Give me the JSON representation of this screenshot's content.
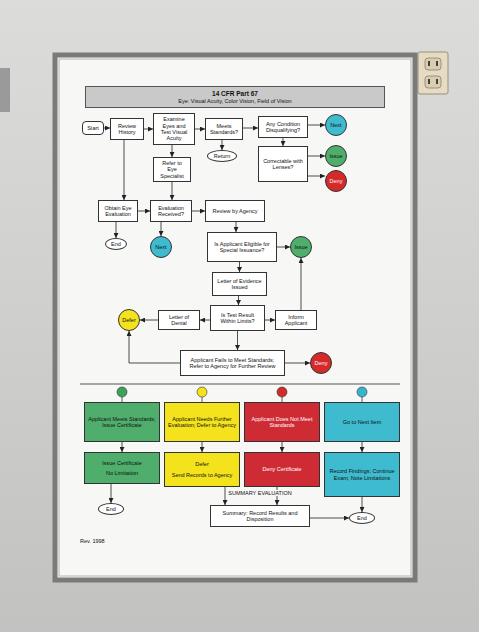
{
  "diagram": {
    "title": "14 CFR Part 67",
    "nodes": [
      {
        "text": [
          "Start"
        ]
      },
      {
        "text": [
          "Review History"
        ]
      },
      {
        "text": [
          "Examine Eyes and Test Visual Acuity"
        ]
      },
      {
        "text": [
          "Meets Standards?"
        ]
      },
      {
        "text": [
          "Any Condition Disqualifying?"
        ]
      },
      {
        "text": [
          "Next"
        ]
      },
      {
        "text": [
          "Correctable with Lenses?"
        ]
      },
      {
        "text": [
          "Issue"
        ]
      },
      {
        "text": [
          "Deny"
        ]
      },
      {
        "text": [
          "Refer to Eye Specialist"
        ]
      },
      {
        "text": [
          "Return"
        ]
      },
      {
        "text": [
          "Obtain Eye Evaluation"
        ]
      },
      {
        "text": [
          "Evaluation Received?"
        ]
      },
      {
        "text": [
          "End"
        ]
      },
      {
        "text": [
          "Next"
        ]
      },
      {
        "text": [
          "Review by Agency"
        ]
      },
      {
        "text": [
          "Is Applicant Eligible for Special Issuance?"
        ]
      },
      {
        "text": [
          "Issue"
        ]
      },
      {
        "text": [
          "Letter of Evidence Issued"
        ]
      },
      {
        "text": [
          "Is Test Result Within Limits?"
        ]
      },
      {
        "text": [
          "Letter of Denial"
        ]
      },
      {
        "text": [
          "Defer"
        ]
      },
      {
        "text": [
          "Inform Applicant"
        ]
      },
      {
        "text": [
          "Applicant Fails to Meet Standards; Refer to Agency for Further Review"
        ]
      },
      {
        "text": [
          "Deny"
        ]
      },
      {
        "text": [
          "Applicant Meets Standards; Issue Certificate"
        ]
      },
      {
        "text": [
          "Applicant Needs Further Evaluation; Defer to Agency"
        ]
      },
      {
        "text": [
          "Applicant Does Not Meet Standards"
        ]
      },
      {
        "text": [
          "Go to Next Item"
        ]
      },
      {
        "text": [
          "Issue Certificate",
          "No Limitation"
        ]
      },
      {
        "text": [
          "Defer",
          "Send Records to Agency"
        ]
      },
      {
        "text": [
          "Deny Certificate"
        ]
      },
      {
        "text": [
          "Record Findings; Continue Exam; Note Limitations"
        ]
      },
      {
        "text": [
          "End"
        ]
      },
      {
        "text": [
          "Summary: Record Results and Disposition"
        ]
      },
      {
        "text": [
          "End"
        ]
      }
    ],
    "edges": [
      {
        "from": 0,
        "to": 1,
        "arrow": "to"
      },
      {
        "from": 1,
        "to": 2,
        "arrow": "to"
      },
      {
        "from": 2,
        "to": 3,
        "arrow": "to"
      },
      {
        "from": 3,
        "to": 4,
        "arrow": "to"
      },
      {
        "from": 4,
        "to": 5,
        "arrow": "to"
      },
      {
        "from": 4,
        "to": 6,
        "arrow": "to"
      },
      {
        "from": 6,
        "to": 7,
        "arrow": "to"
      },
      {
        "from": 6,
        "to": 8,
        "arrow": "to"
      },
      {
        "from": 2,
        "to": 9,
        "arrow": "to"
      },
      {
        "from": 3,
        "to": 10,
        "arrow": "to"
      },
      {
        "from": 1,
        "to": 11,
        "arrow": "to"
      },
      {
        "from": 11,
        "to": 12,
        "arrow": "to"
      },
      {
        "from": 11,
        "to": 13,
        "arrow": "to"
      },
      {
        "from": 12,
        "to": 14,
        "arrow": "to"
      },
      {
        "from": 9,
        "to": 12,
        "arrow": "to"
      },
      {
        "from": 12,
        "to": 15,
        "arrow": "to"
      },
      {
        "from": 15,
        "to": 16,
        "arrow": "to"
      },
      {
        "from": 16,
        "to": 17,
        "arrow": "to"
      },
      {
        "from": 16,
        "to": 18,
        "arrow": "to"
      },
      {
        "from": 18,
        "to": 19,
        "arrow": "to"
      },
      {
        "from": 19,
        "to": 20,
        "arrow": "to"
      },
      {
        "from": 20,
        "to": 21,
        "arrow": "to"
      },
      {
        "from": 19,
        "to": 22,
        "arrow": "to"
      },
      {
        "from": 22,
        "to": 17,
        "arrow": "to"
      },
      {
        "from": 19,
        "to": 23,
        "arrow": "to"
      },
      {
        "from": 23,
        "to": 24,
        "arrow": "to"
      },
      {
        "from": 23,
        "to": 21,
        "arrow": "to"
      },
      {
        "from": 25,
        "to": 29,
        "arrow": "to"
      },
      {
        "from": 26,
        "to": 30,
        "arrow": "to"
      },
      {
        "from": 27,
        "to": 31,
        "arrow": "to"
      },
      {
        "from": 28,
        "to": 32,
        "arrow": "to"
      },
      {
        "from": 29,
        "to": 33,
        "arrow": "to"
      },
      {
        "from": 30,
        "to": 34,
        "arrow": "to"
      },
      {
        "from": 31,
        "to": 34,
        "arrow": "to"
      },
      {
        "from": 32,
        "to": 35,
        "arrow": "to"
      },
      {
        "from": 34,
        "to": 35,
        "arrow": "to"
      }
    ],
    "labels": [
      "Eye: Visual Acuity, Color Vision, Field of Vision",
      "SUMMARY EVALUATION",
      "Rev. 1998"
    ]
  }
}
